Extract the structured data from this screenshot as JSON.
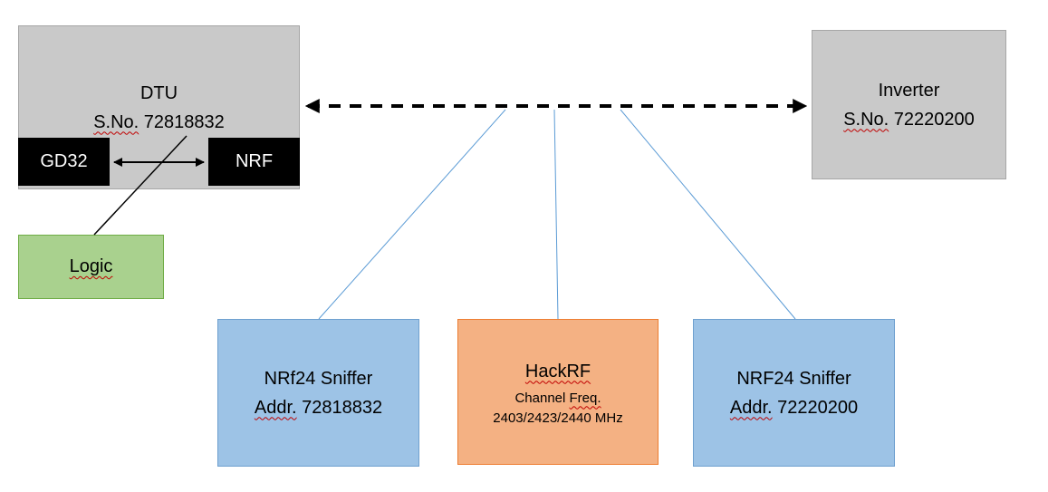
{
  "diagram": {
    "dtu": {
      "title": "DTU",
      "serial_label": "S.No.",
      "serial_number": "72818832"
    },
    "gd32": {
      "label": "GD32"
    },
    "nrf": {
      "label": "NRF"
    },
    "logic": {
      "label": "Logic"
    },
    "inverter": {
      "title": "Inverter",
      "serial_label": "S.No.",
      "serial_number": "72220200"
    },
    "sniffer_left": {
      "title": "NRf24 Sniffer",
      "addr_label": "Addr.",
      "addr_number": "72818832"
    },
    "hackrf": {
      "title": "HackRF",
      "channel_label": "Channel",
      "freq_label": "Freq.",
      "frequencies": "2403/2423/2440 MHz"
    },
    "sniffer_right": {
      "title": "NRF24 Sniffer",
      "addr_label": "Addr.",
      "addr_number": "72220200"
    },
    "colors": {
      "gray_box": "#c9c9c9",
      "black_box": "#000000",
      "green_box": "#a9d18e",
      "blue_box": "#9dc3e6",
      "orange_box": "#f4b183",
      "connector_blue": "#5b9bd5",
      "connector_black": "#000000",
      "spellcheck_red": "#c00000"
    }
  }
}
